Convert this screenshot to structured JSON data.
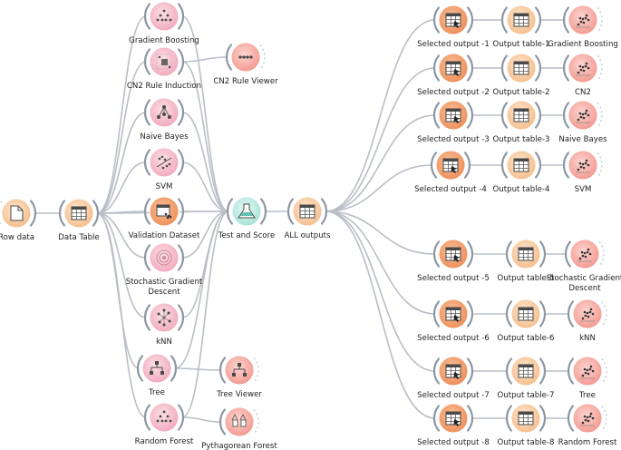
{
  "colors": {
    "data": "#f6c9a0",
    "data_dark": "#f0a96d",
    "learner": "#f7c6d2",
    "learner_dark": "#ec8ea6",
    "eval": "#c8efe9",
    "eval_dark": "#8fd8cc",
    "visual": "#f8b4ae",
    "visual_dark": "#ef7a72",
    "link": "#b9bec7"
  },
  "nodes": [
    {
      "id": "row_data",
      "label": "Row data",
      "kind": "data",
      "icon": "file-icon"
    },
    {
      "id": "data_table",
      "label": "Data Table",
      "kind": "data",
      "icon": "table-icon"
    },
    {
      "id": "gb",
      "label": "Gradient Boosting",
      "kind": "learner",
      "icon": "boosting-tree-icon"
    },
    {
      "id": "cn2",
      "label": "CN2 Rule Induction",
      "kind": "learner",
      "icon": "rule-induction-icon"
    },
    {
      "id": "cn2v",
      "label": "CN2 Rule Viewer",
      "kind": "visual",
      "icon": "rule-viewer-icon"
    },
    {
      "id": "nb",
      "label": "Naive Bayes",
      "kind": "learner",
      "icon": "bayes-network-icon"
    },
    {
      "id": "svm",
      "label": "SVM",
      "kind": "learner",
      "icon": "svm-icon"
    },
    {
      "id": "val",
      "label": "Validation Dataset",
      "kind": "data",
      "icon": "data-sampler-icon"
    },
    {
      "id": "sgd",
      "label": [
        "Stochastic Gradient",
        "Descent"
      ],
      "kind": "learner",
      "icon": "sgd-spiral-icon"
    },
    {
      "id": "knn",
      "label": "kNN",
      "kind": "learner",
      "icon": "knn-icon"
    },
    {
      "id": "tree",
      "label": "Tree",
      "kind": "learner",
      "icon": "tree-icon"
    },
    {
      "id": "treev",
      "label": "Tree Viewer",
      "kind": "visual",
      "icon": "tree-viewer-icon"
    },
    {
      "id": "rf",
      "label": "Random Forest",
      "kind": "learner",
      "icon": "random-forest-icon"
    },
    {
      "id": "pyth",
      "label": "Pythagorean Forest",
      "kind": "visual",
      "icon": "pythagorean-forest-icon"
    },
    {
      "id": "ts",
      "label": "Test and Score",
      "kind": "eval",
      "icon": "test-score-flask-icon"
    },
    {
      "id": "allout",
      "label": "ALL outputs",
      "kind": "data",
      "icon": "table-icon"
    },
    {
      "id": "sel1",
      "label": "Selected output -1",
      "kind": "data",
      "icon": "select-rows-icon"
    },
    {
      "id": "ot1",
      "label": "Output table-1",
      "kind": "data",
      "icon": "table-icon"
    },
    {
      "id": "sp1",
      "label": "Gradient Boosting",
      "kind": "visual",
      "icon": "scatter-plot-icon"
    },
    {
      "id": "sel2",
      "label": "Selected output -2",
      "kind": "data",
      "icon": "select-rows-icon"
    },
    {
      "id": "ot2",
      "label": "Output table-2",
      "kind": "data",
      "icon": "table-icon"
    },
    {
      "id": "sp2",
      "label": "CN2",
      "kind": "visual",
      "icon": "scatter-plot-icon"
    },
    {
      "id": "sel3",
      "label": "Selected output -3",
      "kind": "data",
      "icon": "select-rows-icon"
    },
    {
      "id": "ot3",
      "label": "Output table-3",
      "kind": "data",
      "icon": "table-icon"
    },
    {
      "id": "sp3",
      "label": "Naive Bayes",
      "kind": "visual",
      "icon": "scatter-plot-icon"
    },
    {
      "id": "sel4",
      "label": "Selected output -4",
      "kind": "data",
      "icon": "select-rows-icon"
    },
    {
      "id": "ot4",
      "label": "Output table-4",
      "kind": "data",
      "icon": "table-icon"
    },
    {
      "id": "sp4",
      "label": "SVM",
      "kind": "visual",
      "icon": "scatter-plot-icon"
    },
    {
      "id": "sel5",
      "label": "Selected output -5",
      "kind": "data",
      "icon": "select-rows-icon"
    },
    {
      "id": "ot5",
      "label": "Output table-5",
      "kind": "data",
      "icon": "table-icon"
    },
    {
      "id": "sp5",
      "label": [
        "Stochastic Gradient",
        "Descent"
      ],
      "kind": "visual",
      "icon": "scatter-plot-icon"
    },
    {
      "id": "sel6",
      "label": "Selected output -6",
      "kind": "data",
      "icon": "select-rows-icon"
    },
    {
      "id": "ot6",
      "label": "Output table-6",
      "kind": "data",
      "icon": "table-icon"
    },
    {
      "id": "sp6",
      "label": "kNN",
      "kind": "visual",
      "icon": "scatter-plot-icon"
    },
    {
      "id": "sel7",
      "label": "Selected output -7",
      "kind": "data",
      "icon": "select-rows-icon"
    },
    {
      "id": "ot7",
      "label": "Output table-7",
      "kind": "data",
      "icon": "table-icon"
    },
    {
      "id": "sp7",
      "label": "Tree",
      "kind": "visual",
      "icon": "scatter-plot-icon"
    },
    {
      "id": "sel8",
      "label": "Selected output -8",
      "kind": "data",
      "icon": "select-rows-icon"
    },
    {
      "id": "ot8",
      "label": "Output table-8",
      "kind": "data",
      "icon": "table-icon"
    },
    {
      "id": "sp8",
      "label": "Random Forest",
      "kind": "visual",
      "icon": "scatter-plot-icon"
    }
  ],
  "links": [
    [
      "row_data",
      "data_table"
    ],
    [
      "data_table",
      "gb"
    ],
    [
      "data_table",
      "cn2"
    ],
    [
      "data_table",
      "nb"
    ],
    [
      "data_table",
      "svm"
    ],
    [
      "data_table",
      "val"
    ],
    [
      "data_table",
      "sgd"
    ],
    [
      "data_table",
      "knn"
    ],
    [
      "data_table",
      "tree"
    ],
    [
      "data_table",
      "rf"
    ],
    [
      "data_table",
      "ts"
    ],
    [
      "cn2",
      "cn2v"
    ],
    [
      "tree",
      "treev"
    ],
    [
      "rf",
      "pyth"
    ],
    [
      "gb",
      "ts"
    ],
    [
      "cn2",
      "ts"
    ],
    [
      "nb",
      "ts"
    ],
    [
      "svm",
      "ts"
    ],
    [
      "val",
      "ts"
    ],
    [
      "sgd",
      "ts"
    ],
    [
      "knn",
      "ts"
    ],
    [
      "tree",
      "ts"
    ],
    [
      "rf",
      "ts"
    ],
    [
      "ts",
      "allout"
    ],
    [
      "allout",
      "sel1"
    ],
    [
      "allout",
      "sel2"
    ],
    [
      "allout",
      "sel3"
    ],
    [
      "allout",
      "sel4"
    ],
    [
      "allout",
      "sel5"
    ],
    [
      "allout",
      "sel6"
    ],
    [
      "allout",
      "sel7"
    ],
    [
      "allout",
      "sel8"
    ],
    [
      "sel1",
      "ot1"
    ],
    [
      "ot1",
      "sp1"
    ],
    [
      "sel2",
      "ot2"
    ],
    [
      "ot2",
      "sp2"
    ],
    [
      "sel3",
      "ot3"
    ],
    [
      "ot3",
      "sp3"
    ],
    [
      "sel4",
      "ot4"
    ],
    [
      "ot4",
      "sp4"
    ],
    [
      "sel5",
      "ot5"
    ],
    [
      "ot5",
      "sp5"
    ],
    [
      "sel6",
      "ot6"
    ],
    [
      "ot6",
      "sp6"
    ],
    [
      "sel7",
      "ot7"
    ],
    [
      "ot7",
      "sp7"
    ],
    [
      "sel8",
      "ot8"
    ],
    [
      "ot8",
      "sp8"
    ]
  ]
}
